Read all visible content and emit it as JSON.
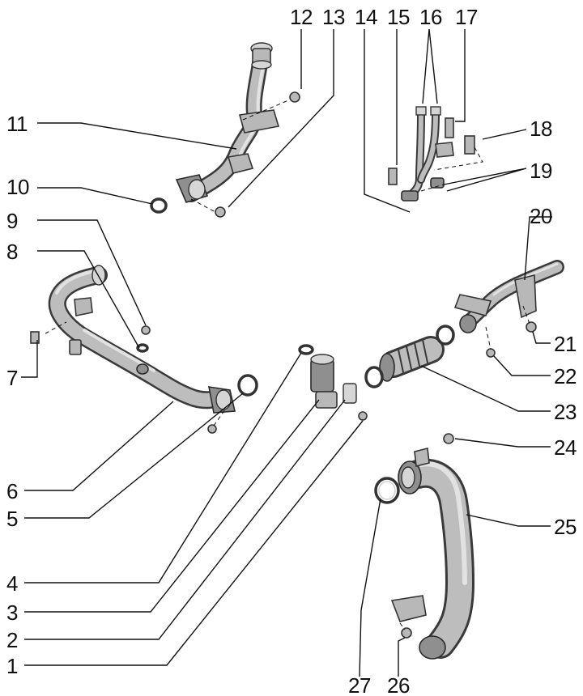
{
  "callouts": [
    {
      "id": "12",
      "label": "12"
    },
    {
      "id": "13",
      "label": "13"
    },
    {
      "id": "14",
      "label": "14"
    },
    {
      "id": "15",
      "label": "15"
    },
    {
      "id": "16",
      "label": "16"
    },
    {
      "id": "17",
      "label": "17"
    },
    {
      "id": "11",
      "label": "11"
    },
    {
      "id": "18",
      "label": "18"
    },
    {
      "id": "10",
      "label": "10"
    },
    {
      "id": "19",
      "label": "19"
    },
    {
      "id": "9",
      "label": "9"
    },
    {
      "id": "20",
      "label": "20"
    },
    {
      "id": "8",
      "label": "8"
    },
    {
      "id": "7",
      "label": "7"
    },
    {
      "id": "21",
      "label": "21"
    },
    {
      "id": "22",
      "label": "22"
    },
    {
      "id": "23",
      "label": "23"
    },
    {
      "id": "24",
      "label": "24"
    },
    {
      "id": "6",
      "label": "6"
    },
    {
      "id": "25",
      "label": "25"
    },
    {
      "id": "5",
      "label": "5"
    },
    {
      "id": "4",
      "label": "4"
    },
    {
      "id": "3",
      "label": "3"
    },
    {
      "id": "2",
      "label": "2"
    },
    {
      "id": "1",
      "label": "1"
    },
    {
      "id": "27",
      "label": "27"
    },
    {
      "id": "26",
      "label": "26"
    }
  ]
}
